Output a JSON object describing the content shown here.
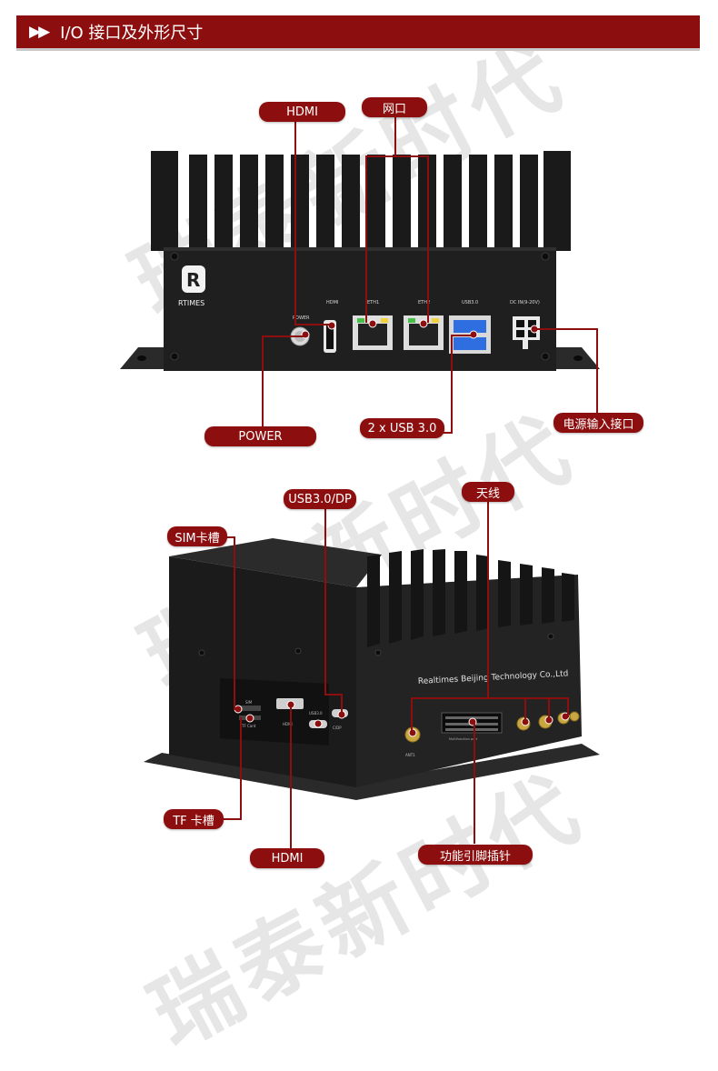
{
  "header": {
    "title": "I/O 接口及外形尺寸"
  },
  "watermark": {
    "text": "瑞泰新时代"
  },
  "device_front": {
    "brand": "RTIMES",
    "port_labels": [
      "POWER",
      "HDMI",
      "ETH1",
      "ETH2",
      "USB3.0",
      "DC IN(9-20V)"
    ],
    "callouts": {
      "hdmi": "HDMI",
      "lan": "网口",
      "power": "POWER",
      "usb": "2 x USB 3.0",
      "dc_in": "电源输入接口"
    }
  },
  "device_side": {
    "engraving": "Realtimes Beijing Technology Co.,Ltd",
    "port_labels": [
      "SIM",
      "TF Card",
      "HDMI",
      "USB3.0",
      "C/DP",
      "ANT1",
      "Multifunction port"
    ],
    "callouts": {
      "usb_dp": "USB3.0/DP",
      "antenna": "天线",
      "sim": "SIM卡槽",
      "tf": "TF 卡槽",
      "hdmi": "HDMI",
      "gpio": "功能引脚插针"
    }
  },
  "colors": {
    "accent": "#8c0e0e",
    "device_body": "#1f1f1f"
  }
}
